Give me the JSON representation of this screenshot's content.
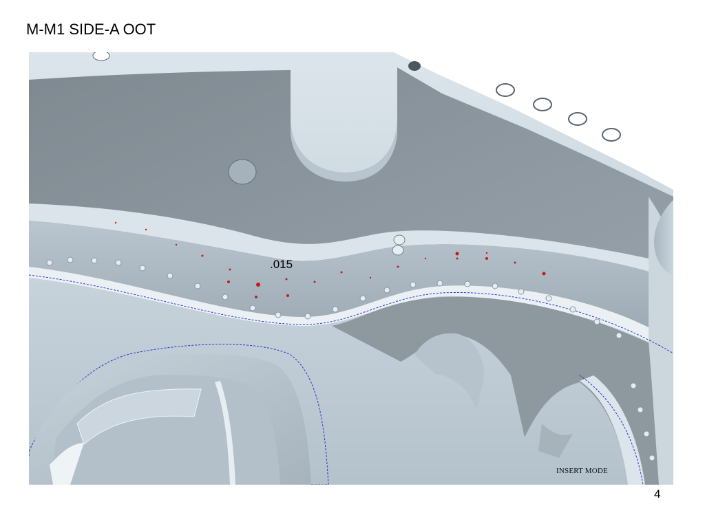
{
  "slide": {
    "title": "M-M1 SIDE-A OOT",
    "page_number": "4"
  },
  "cad_view": {
    "dimension_label": ".015",
    "mode_label": "INSERT MODE",
    "colors": {
      "part_face_light": "#c3cfd8",
      "part_face_dark": "#8a949c",
      "edge_highlight": "#eef3f6",
      "nominal_profile": "#2b35c9",
      "deviation_points": "#c41a1a"
    }
  }
}
